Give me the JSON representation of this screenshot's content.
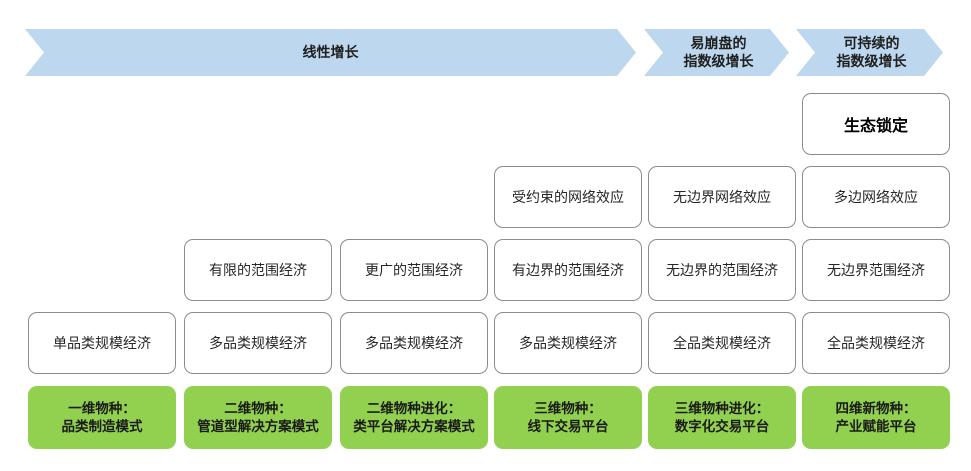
{
  "phases": [
    {
      "label": "线性增长"
    },
    {
      "label": "易崩盘的\n指数级增长"
    },
    {
      "label": "可持续的\n指数级增长"
    }
  ],
  "stages": [
    {
      "label": "一维物种：\n品类制造模式"
    },
    {
      "label": "二维物种：\n管道型解决方案模式"
    },
    {
      "label": "二维物种进化：\n类平台解决方案模式"
    },
    {
      "label": "三维物种：\n线下交易平台"
    },
    {
      "label": "三维物种进化：\n数字化交易平台"
    },
    {
      "label": "四维新物种：\n产业赋能平台"
    }
  ],
  "scale_row": [
    "单品类规模经济",
    "多品类规模经济",
    "多品类规模经济",
    "多品类规模经济",
    "全品类规模经济",
    "全品类规模经济"
  ],
  "scope_row": [
    "有限的范围经济",
    "更广的范围经济",
    "有边界的范围经济",
    "无边界的范围经济",
    "无边界范围经济"
  ],
  "network_row": [
    "受约束的网络效应",
    "无边界网络效应",
    "多边网络效应"
  ],
  "ecosystem_row": [
    "生态锁定"
  ],
  "colors": {
    "arrow": "#bdd7ee",
    "stage": "#92d050",
    "border": "#8c8c8c"
  }
}
